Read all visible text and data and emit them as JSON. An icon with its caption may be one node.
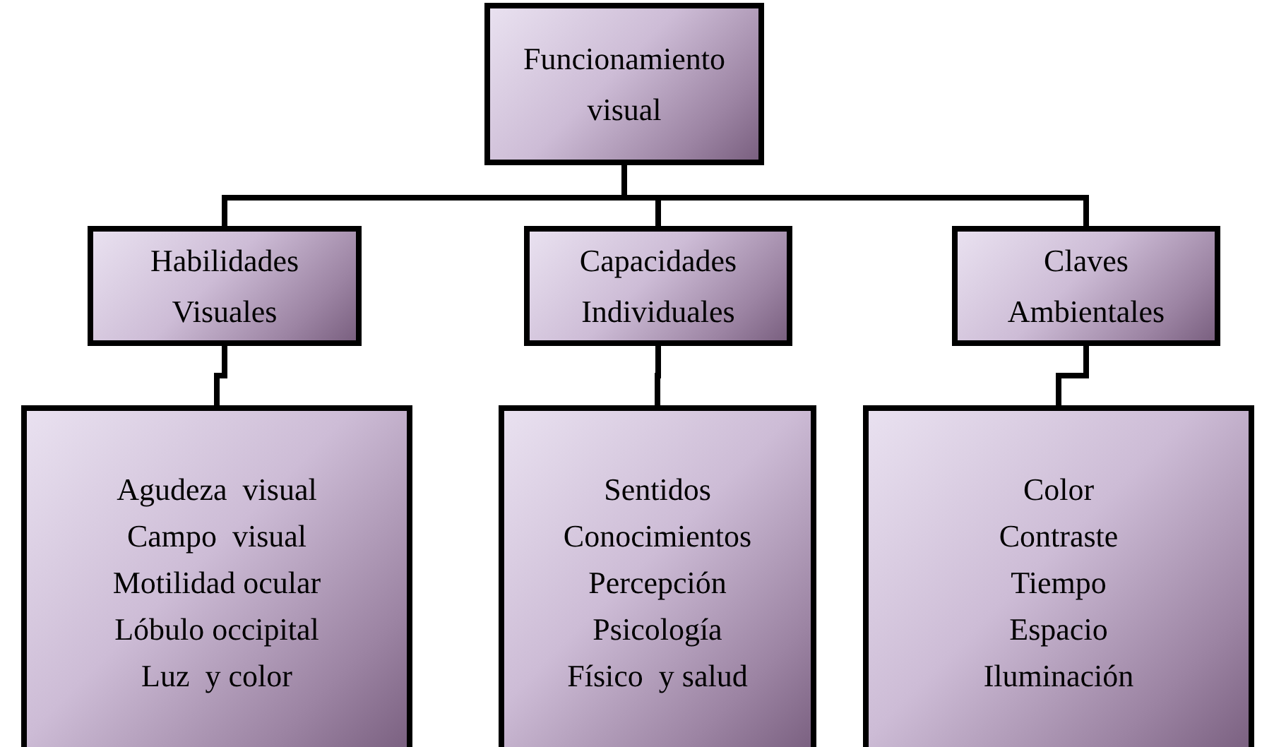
{
  "diagram": {
    "nodes": [
      {
        "text": [
          "Funcionamiento visual"
        ]
      },
      {
        "text": [
          "Habilidades Visuales"
        ]
      },
      {
        "text": [
          "Capacidades Individuales"
        ]
      },
      {
        "text": [
          "Claves Ambientales"
        ]
      },
      {
        "text": [
          "Agudeza  visual",
          "Campo  visual",
          "Motilidad ocular",
          "Lóbulo occipital",
          "Luz  y color"
        ]
      },
      {
        "text": [
          "Sentidos",
          "Conocimientos",
          "Percepción",
          "Psicología",
          "Físico  y salud"
        ]
      },
      {
        "text": [
          "Color",
          "Contraste",
          "Tiempo",
          "Espacio",
          "Iluminación"
        ]
      }
    ],
    "edges": [
      {
        "from": 0,
        "to": 1,
        "arrow": "none"
      },
      {
        "from": 0,
        "to": 2,
        "arrow": "none"
      },
      {
        "from": 0,
        "to": 3,
        "arrow": "none"
      },
      {
        "from": 1,
        "to": 4,
        "arrow": "none"
      },
      {
        "from": 2,
        "to": 5,
        "arrow": "none"
      },
      {
        "from": 3,
        "to": 6,
        "arrow": "none"
      }
    ]
  }
}
